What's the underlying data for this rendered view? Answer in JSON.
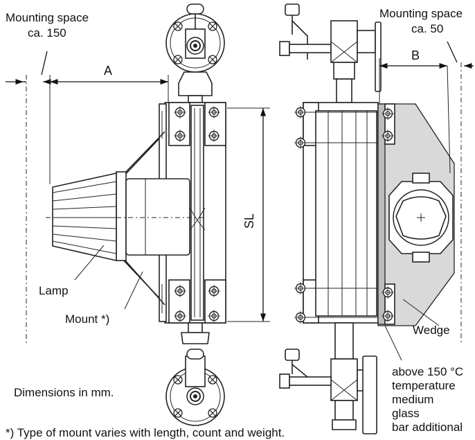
{
  "labels": {
    "mounting_space_left_1": "Mounting space",
    "mounting_space_left_2": "ca. 150",
    "mounting_space_right_1": "Mounting space",
    "mounting_space_right_2": "ca. 50",
    "dim_a": "A",
    "dim_b": "B",
    "dim_sl": "SL",
    "lamp": "Lamp",
    "mount": "Mount *)",
    "wedge": "Wedge",
    "dimensions_note": "Dimensions in mm.",
    "footnote": "*) Type of mount varies with length, count and weight.",
    "note_line_1": "above 150 °C",
    "note_line_2": "temperature",
    "note_line_3": "medium",
    "note_line_4": "glass",
    "note_line_5": "bar additional"
  }
}
